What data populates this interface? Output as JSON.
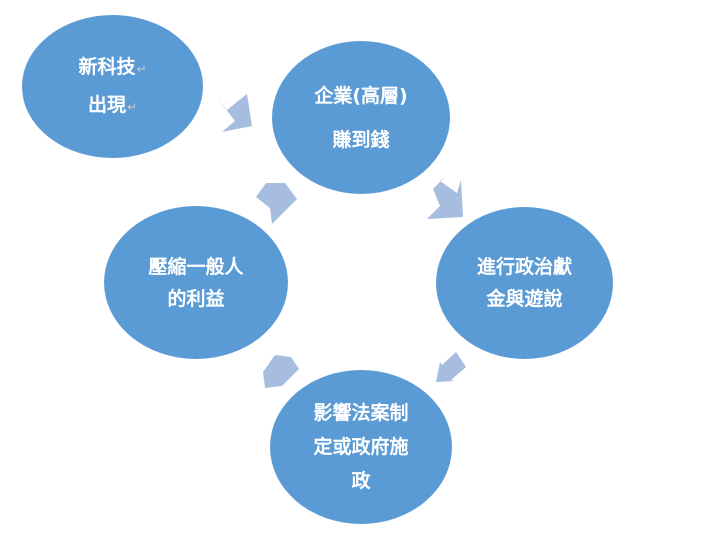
{
  "colors": {
    "node_fill": "#5b9bd5",
    "arrow_fill": "#a6bddf",
    "text": "#ffffff",
    "mark": "#c9c9c9"
  },
  "nodes": {
    "new_tech": {
      "line1": "新科技",
      "line2": "出現",
      "mark1": "↵",
      "mark2": "↵"
    },
    "enterprise": {
      "line1": "企業(高層)",
      "line2": "賺到錢"
    },
    "lobby": {
      "line1": "進行政治獻",
      "line2": "金與遊說"
    },
    "policy": {
      "line1": "影響法案制",
      "line2": "定或政府施",
      "line3": "政"
    },
    "squeeze": {
      "line1": "壓縮一般人",
      "line2": "的利益"
    }
  }
}
